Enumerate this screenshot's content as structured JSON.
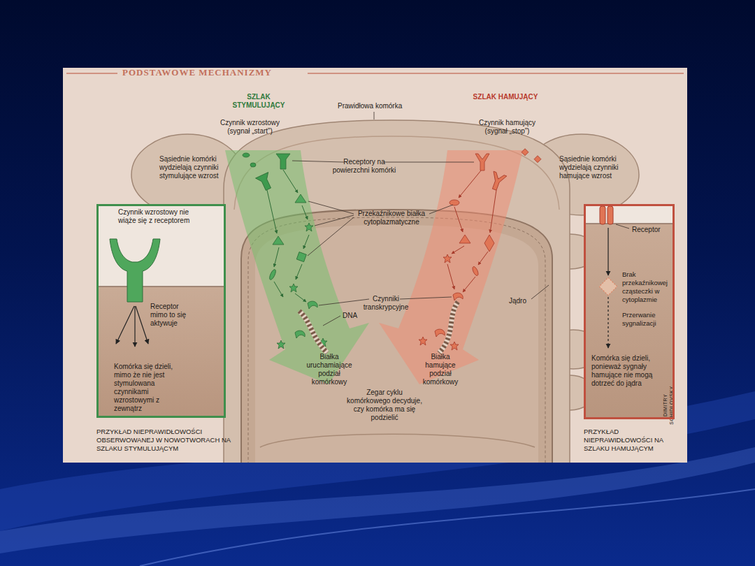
{
  "diagram": {
    "title": "PODSTAWOWE MECHANIZMY",
    "nodes": [
      {
        "text": [
          "Czynnik wzrostowy nie wiąże się z receptorem",
          "Receptor mimo to się aktywuje",
          "Komórka się dzieli, mimo że nie jest stymulowana czynnikami wzrostowymi z zewnątrz"
        ]
      },
      {
        "text": [
          "Receptor",
          "Brak przekaźnikowej cząsteczki w cytoplazmie",
          "Przerwanie sygnalizacji",
          "Komórka się dzieli, ponieważ sygnały hamujące nie mogą dotrzeć do jądra"
        ]
      }
    ],
    "labels": [
      "SZLAK STYMULUJĄCY",
      "Prawidłowa komórka",
      "SZLAK HAMUJĄCY",
      "Czynnik wzrostowy (sygnał „start”)",
      "Czynnik hamujący (sygnał „stop”)",
      "Sąsiednie komórki wydzielają czynniki stymulujące wzrost",
      "Receptory na powierzchni komórki",
      "Sąsiednie komórki wydzielają czynniki hamujące wzrost",
      "Przekaźnikowe białka cytoplazmatyczne",
      "Czynniki transkrypcyjne",
      "DNA",
      "Jądro",
      "Białka uruchamiające podział komórkowy",
      "Białka hamujące podział komórkowy",
      "Zegar cyklu komórkowego decyduje, czy komórka ma się podzielić",
      "PRZYKŁAD NIEPRAWIDŁOWOŚCI OBSERWOWANEJ W NOWOTWORACH NA SZLAKU STYMULUJĄCYM",
      "PRZYKŁAD NIEPRAWIDŁOWOŚCI NA SZLAKU HAMUJĄCYM",
      "DIMITRY SCHIDLOVSKY"
    ]
  }
}
